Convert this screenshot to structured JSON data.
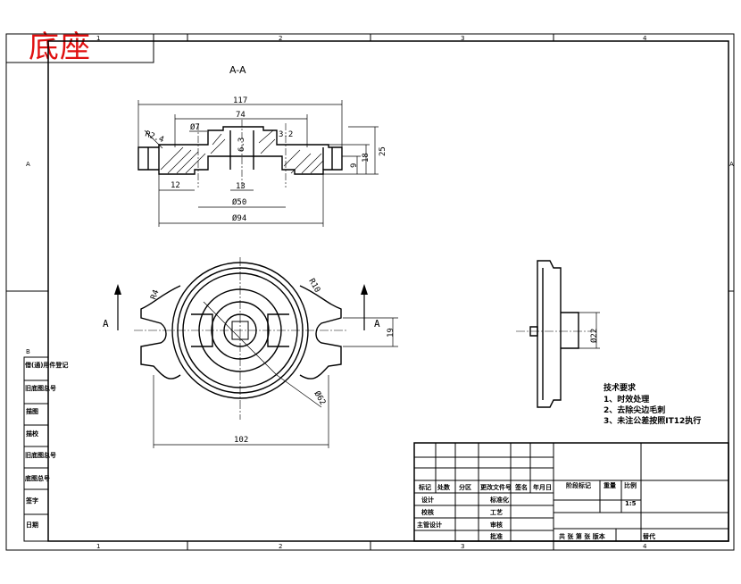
{
  "title_stamp": "底座",
  "section_label": "A-A",
  "zone_numbers": [
    "1",
    "2",
    "3",
    "4"
  ],
  "zone_letters": [
    "A",
    "B"
  ],
  "section_dims": {
    "overall_width": "117",
    "step_width": "74",
    "chamfer": "R2.4",
    "hole_dia": "Ø7",
    "bore_label": "6.3",
    "radius": "3.2",
    "height_total": "25",
    "height_mid": "18",
    "height_small": "9",
    "offset_left": "12",
    "offset_center": "13",
    "inner_dia": "Ø50",
    "outer_dia": "Ø94"
  },
  "plan_dims": {
    "r_left": "R4",
    "r_right": "R10",
    "slot_height": "19",
    "diag_dia": "Ø62",
    "width_bottom": "102",
    "cut_mark": "A"
  },
  "side_dims": {
    "dia": "Ø22"
  },
  "notes": {
    "title": "技术要求",
    "items": [
      "1、时效处理",
      "2、去除尖边毛刺",
      "3、未注公差按照IT12执行"
    ]
  },
  "left_strip": [
    "借(通)用件登记",
    "旧底图总号",
    "描图",
    "描校",
    "旧底图总号",
    "底图总号",
    "签字",
    "日期"
  ],
  "title_block": {
    "revision_headers": [
      "标记",
      "处数",
      "分区",
      "更改文件号",
      "签名",
      "年月日"
    ],
    "sign_rows": [
      "设计",
      "校核",
      "主管设计"
    ],
    "sign_cols": [
      "标准化",
      "工艺",
      "审核",
      "批准"
    ],
    "stage_headers": [
      "阶段标记",
      "重量",
      "比例"
    ],
    "scale": "1:5",
    "sheet_text": "共 张 第 张 版本",
    "replace": "替代"
  }
}
